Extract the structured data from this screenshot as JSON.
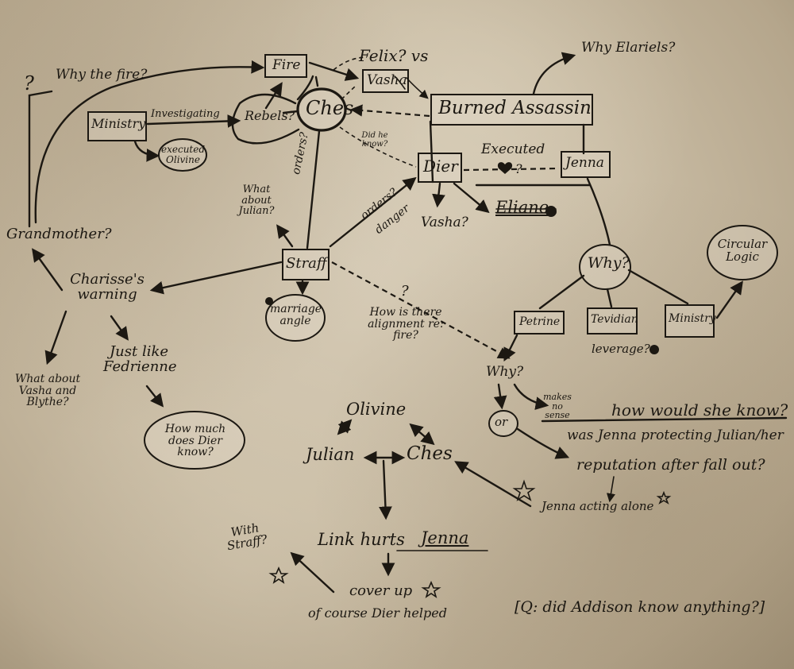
{
  "diagram": {
    "nodes": {
      "fire": "Fire",
      "felix_vs": "Felix? vs",
      "vasha_box": "Vasha",
      "why_elariels": "Why Elariels?",
      "why_fire": "Why the fire?",
      "question_mark_left": "?",
      "ministry_box": "Ministry",
      "investigating": "Investigating",
      "rebels": "Rebels?",
      "ches": "Ches",
      "burned_assassin": "Burned Assassin",
      "executed_olivine": "executed Olivine",
      "did_he_know": "Did he know?",
      "dier": "Dier",
      "executed": "Executed",
      "jenna_box": "Jenna",
      "orders_ches": "orders?",
      "what_about_julian": "What about Julian?",
      "orders_dier": "orders?",
      "danger": "danger",
      "vasha_q": "Vasha?",
      "eliane": "Eliane",
      "grandmother": "Grandmother?",
      "straff": "Straff",
      "charisse_warning": "Charisse's warning",
      "marriage_angle": "marriage angle",
      "question_mid": "?",
      "alignment": "How is there alignment re: fire?",
      "why_center": "Why?",
      "circular_logic": "Circular Logic",
      "petrine": "Petrine",
      "tevidian": "Tevidian",
      "ministry_right": "Ministry",
      "leverage": "leverage?",
      "what_about_vasha_blythe": "What about Vasha and Blythe?",
      "just_like_fedrienne": "Just like Fedrienne",
      "how_much_dier": "How much does Dier know?",
      "why_small": "Why?",
      "makes_no_sense": "makes no sense",
      "how_would_she_know": "how would she know?",
      "or": "or",
      "was_jenna_protecting": "was Jenna protecting Julian/her",
      "reputation": "reputation after fall out?",
      "jenna_acting_alone": "Jenna acting alone",
      "olivine": "Olivine",
      "julian": "Julian",
      "ches_bottom": "Ches",
      "link_hurts": "Link hurts",
      "jenna_underlined": "Jenna",
      "with_straff": "With Straff?",
      "cover_up": "cover up",
      "of_course_dier": "of course Dier helped",
      "addison_question": "[Q: did Addison know anything?]"
    },
    "colors": {
      "ink": "#1c1812",
      "parchment": "#c9bca4"
    }
  }
}
